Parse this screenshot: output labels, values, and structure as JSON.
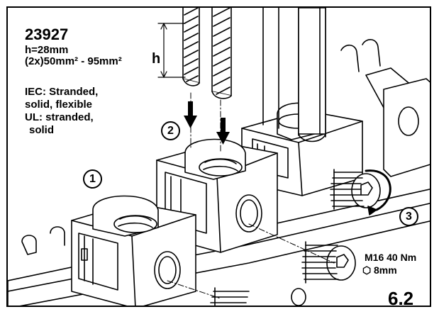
{
  "title": {
    "part_number": "23927",
    "height_spec": "h=28mm",
    "cross_section_spec": "(2x)50mm² - 95mm²"
  },
  "conductor_types": {
    "iec_line1": "IEC: Stranded,",
    "iec_line2": "solid, flexible",
    "ul_line1": "UL: stranded,",
    "ul_line2": "solid"
  },
  "dimension_label": "h",
  "steps": [
    "1",
    "2",
    "3"
  ],
  "tightening": {
    "torque": "M16 40 Nm",
    "hex_icon": "hexagon-icon",
    "hex_size": "8mm"
  },
  "figure_number": "6.2"
}
